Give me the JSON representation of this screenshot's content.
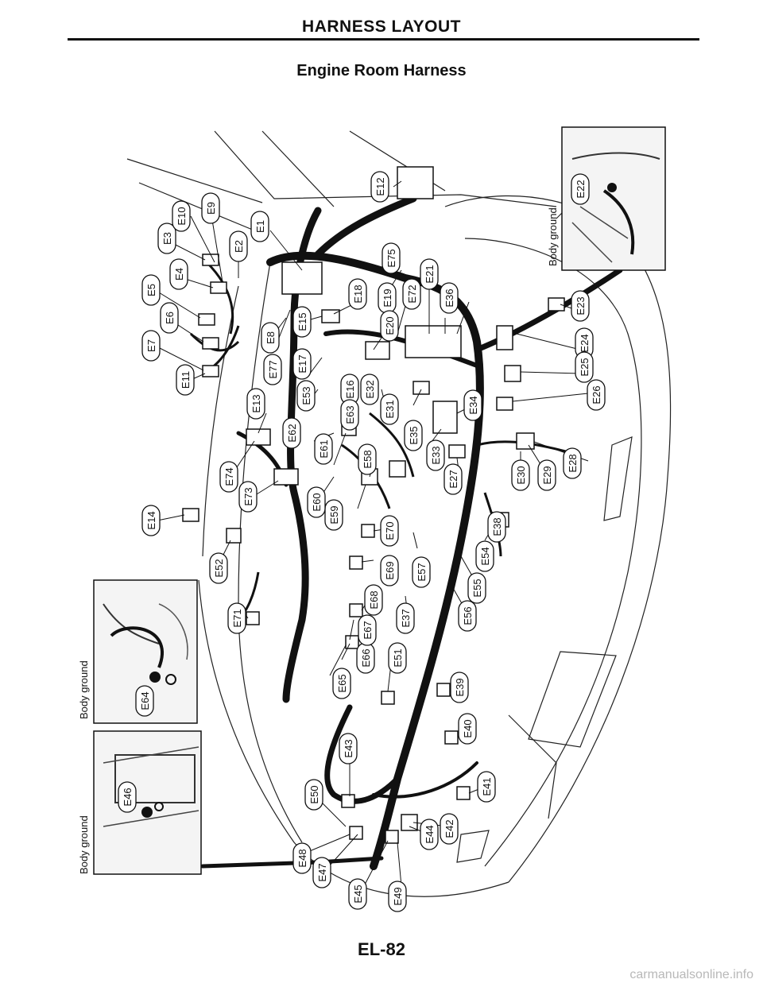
{
  "header": {
    "title": "HARNESS LAYOUT"
  },
  "diagram": {
    "title": "Engine Room Harness"
  },
  "insets": [
    {
      "label": "Body ground",
      "connector": "E22"
    },
    {
      "label": "Body ground",
      "connector": "E64"
    },
    {
      "label": "Body ground",
      "connector": "E46"
    }
  ],
  "connectors": [
    {
      "id": "E1"
    },
    {
      "id": "E2"
    },
    {
      "id": "E3"
    },
    {
      "id": "E4"
    },
    {
      "id": "E5"
    },
    {
      "id": "E6"
    },
    {
      "id": "E7"
    },
    {
      "id": "E8"
    },
    {
      "id": "E9"
    },
    {
      "id": "E10"
    },
    {
      "id": "E11"
    },
    {
      "id": "E12"
    },
    {
      "id": "E13"
    },
    {
      "id": "E14"
    },
    {
      "id": "E15"
    },
    {
      "id": "E16"
    },
    {
      "id": "E17"
    },
    {
      "id": "E18"
    },
    {
      "id": "E19"
    },
    {
      "id": "E20"
    },
    {
      "id": "E21"
    },
    {
      "id": "E22"
    },
    {
      "id": "E23"
    },
    {
      "id": "E24"
    },
    {
      "id": "E25"
    },
    {
      "id": "E26"
    },
    {
      "id": "E27"
    },
    {
      "id": "E28"
    },
    {
      "id": "E29"
    },
    {
      "id": "E30"
    },
    {
      "id": "E31"
    },
    {
      "id": "E32"
    },
    {
      "id": "E33"
    },
    {
      "id": "E34"
    },
    {
      "id": "E35"
    },
    {
      "id": "E36"
    },
    {
      "id": "E37"
    },
    {
      "id": "E38"
    },
    {
      "id": "E39"
    },
    {
      "id": "E40"
    },
    {
      "id": "E41"
    },
    {
      "id": "E42"
    },
    {
      "id": "E43"
    },
    {
      "id": "E44"
    },
    {
      "id": "E45"
    },
    {
      "id": "E46"
    },
    {
      "id": "E47"
    },
    {
      "id": "E48"
    },
    {
      "id": "E49"
    },
    {
      "id": "E50"
    },
    {
      "id": "E51"
    },
    {
      "id": "E52"
    },
    {
      "id": "E53"
    },
    {
      "id": "E54"
    },
    {
      "id": "E55"
    },
    {
      "id": "E56"
    },
    {
      "id": "E57"
    },
    {
      "id": "E58"
    },
    {
      "id": "E59"
    },
    {
      "id": "E60"
    },
    {
      "id": "E61"
    },
    {
      "id": "E62"
    },
    {
      "id": "E63"
    },
    {
      "id": "E64"
    },
    {
      "id": "E65"
    },
    {
      "id": "E66"
    },
    {
      "id": "E67"
    },
    {
      "id": "E68"
    },
    {
      "id": "E69"
    },
    {
      "id": "E70"
    },
    {
      "id": "E71"
    },
    {
      "id": "E72"
    },
    {
      "id": "E73"
    },
    {
      "id": "E74"
    },
    {
      "id": "E75"
    },
    {
      "id": "E77"
    }
  ],
  "footer": {
    "page_number": "EL-82"
  },
  "watermark": "carmanualsonline.info"
}
